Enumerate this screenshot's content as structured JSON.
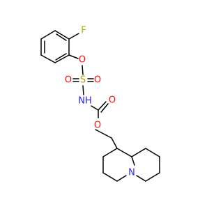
{
  "molecule": {
    "atoms": {
      "fluorine": {
        "label": "F",
        "color": "#8fbf00"
      },
      "aryl_oxygen": {
        "label": "O",
        "color": "#ff0d0d"
      },
      "sulfur": {
        "label": "S",
        "color": "#b3a200"
      },
      "sulfonyl_oxygen_left": {
        "label": "O",
        "color": "#ff0d0d"
      },
      "sulfonyl_oxygen_right": {
        "label": "O",
        "color": "#ff0d0d"
      },
      "nitrogen_nh": {
        "label": "NH",
        "color": "#1f1fff"
      },
      "carbonyl_oxygen": {
        "label": "O",
        "color": "#ff0d0d"
      },
      "ester_oxygen": {
        "label": "O",
        "color": "#ff0d0d"
      },
      "ring_nitrogen": {
        "label": "N",
        "color": "#1f1fff"
      }
    },
    "bond_color": "#000000"
  }
}
